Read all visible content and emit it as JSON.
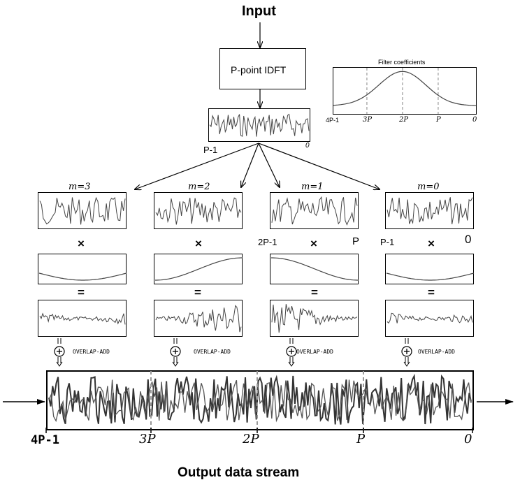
{
  "diagram": {
    "input_label": "Input",
    "idft_label": "P-point IDFT",
    "idft_output": {
      "left_label": "P-1",
      "right_label": "0"
    },
    "filter": {
      "title": "Filter coefficients",
      "ticks": [
        "4P-1",
        "3P",
        "2P",
        "P",
        "0"
      ]
    },
    "branches": [
      {
        "m_label": "m=3",
        "multiply": "×",
        "equals": "=",
        "ola": "OVERLAP-ADD",
        "window_left": "",
        "window_right": "",
        "window_shape": "dip"
      },
      {
        "m_label": "m=2",
        "multiply": "×",
        "equals": "=",
        "ola": "OVERLAP-ADD",
        "window_left": "",
        "window_right": "",
        "window_shape": "rise"
      },
      {
        "m_label": "m=1",
        "multiply": "×",
        "equals": "=",
        "ola": "OVERLAP-ADD",
        "window_left": "2P-1",
        "window_right": "P",
        "window_shape": "fall"
      },
      {
        "m_label": "m=0",
        "multiply": "×",
        "equals": "=",
        "ola": "OVERLAP-ADD",
        "window_left": "P-1",
        "window_right": "0",
        "window_shape": "dip"
      }
    ],
    "output": {
      "ticks": [
        "4P-1",
        "3P",
        "2P",
        "P",
        "0"
      ],
      "label": "Output data stream"
    },
    "colors": {
      "line": "#000000",
      "signal": "#444444",
      "dashed": "#888888"
    }
  }
}
